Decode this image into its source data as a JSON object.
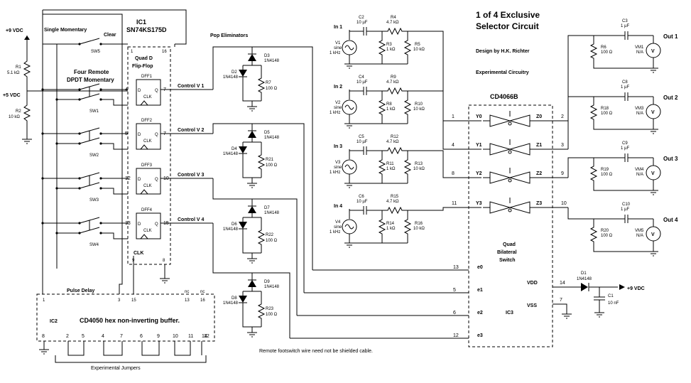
{
  "title": {
    "line1": "1 of 4 Exclusive",
    "line2": "Selector Circuit"
  },
  "design_by": "Design by H.K. Richter",
  "experimental": "Experimental Circuitry",
  "footnote": "Remote footswitch wire need not be shielded cable.",
  "power": {
    "v9_left": "+9 VDC",
    "v5_left": "+5 VDC",
    "v9_right": "+9 VDC"
  },
  "r1": {
    "name": "R1",
    "value": "5.1 kΩ"
  },
  "r2": {
    "name": "R2",
    "value": "10 kΩ"
  },
  "single_momentary": "Single Momentary",
  "clear": "Clear",
  "sw5": "SW5",
  "four_remote": {
    "line1": "Four Remote",
    "line2": "DPDT Momentary"
  },
  "switches": [
    "SW1",
    "SW2",
    "SW3",
    "SW4"
  ],
  "ic1": {
    "name": "IC1",
    "part": "SN74KS175D",
    "desc1": "Quad D",
    "desc2": "Flip-Flop",
    "ff": [
      "DFF1",
      "DFF2",
      "DFF3",
      "DFF4"
    ],
    "d": "D",
    "q": "Q",
    "clk": "CLK",
    "clk_label": "CLK",
    "pin_left_top": "1",
    "pin_right_top": "16",
    "in_pins": [
      "4",
      "5",
      "12",
      "13"
    ],
    "out_pins": [
      "7",
      "7",
      "10",
      "15"
    ],
    "pin_bottom_9": "9",
    "pin_bottom_8": "8"
  },
  "controls": [
    "Control V 1",
    "Control V 2",
    "Control V 3",
    "Control V 4"
  ],
  "pop_eliminators": "Pop Eliminators",
  "pop": [
    {
      "dtop": "D3",
      "dtop_val": "1N4148",
      "dbot": "D2",
      "dbot_val": "1N4148",
      "r": "R7",
      "r_val": "100 Ω"
    },
    {
      "dtop": "D5",
      "dtop_val": "1N4148",
      "dbot": "D4",
      "dbot_val": "1N4148",
      "r": "R21",
      "r_val": "100 Ω"
    },
    {
      "dtop": "D7",
      "dtop_val": "1N4148",
      "dbot": "D6",
      "dbot_val": "1N4148",
      "r": "R22",
      "r_val": "100 Ω"
    },
    {
      "dtop": "D9",
      "dtop_val": "1N4148",
      "dbot": "D8",
      "dbot_val": "1N4148",
      "r": "R23",
      "r_val": "100 Ω"
    }
  ],
  "inputs": [
    {
      "label": "In 1",
      "src": "V1",
      "sine": "sine",
      "freq": "1 kHz",
      "c": "C2",
      "c_val": "10 µF",
      "rs": "R4",
      "rs_val": "4.7 kΩ",
      "ra": "R3",
      "ra_val": "1 kΩ",
      "rb": "R5",
      "rb_val": "10 kΩ"
    },
    {
      "label": "In 2",
      "src": "V2",
      "sine": "sine",
      "freq": "1 kHz",
      "c": "C4",
      "c_val": "10 µF",
      "rs": "R9",
      "rs_val": "4.7 kΩ",
      "ra": "R8",
      "ra_val": "1 kΩ",
      "rb": "R10",
      "rb_val": "10 kΩ"
    },
    {
      "label": "In 3",
      "src": "V3",
      "sine": "sine",
      "freq": "1 kHz",
      "c": "C5",
      "c_val": "10 µF",
      "rs": "R12",
      "rs_val": "4.7 kΩ",
      "ra": "R11",
      "ra_val": "1 kΩ",
      "rb": "R13",
      "rb_val": "10 kΩ"
    },
    {
      "label": "In 4",
      "src": "V4",
      "sine": "sine",
      "freq": "1 kHz",
      "c": "C6",
      "c_val": "10 µF",
      "rs": "R15",
      "rs_val": "4.7 kΩ",
      "ra": "R14",
      "ra_val": "1 kΩ",
      "rb": "R16",
      "rb_val": "10 kΩ"
    }
  ],
  "ic3": {
    "part": "CD4066B",
    "name": "IC3",
    "desc1": "Quad",
    "desc2": "Bilateral",
    "desc3": "Switch",
    "y": [
      "Y0",
      "Y1",
      "Y2",
      "Y3"
    ],
    "z": [
      "Z0",
      "Z1",
      "Z2",
      "Z3"
    ],
    "y_pins": [
      "1",
      "4",
      "8",
      "11"
    ],
    "z_pins": [
      "2",
      "3",
      "9",
      "10"
    ],
    "e": [
      "e0",
      "e1",
      "e2",
      "e3"
    ],
    "e_pins": [
      "13",
      "5",
      "6",
      "12"
    ],
    "vdd": "VDD",
    "vss": "VSS",
    "vdd_pin": "14",
    "vss_pin": "7"
  },
  "outputs": [
    {
      "label": "Out 1",
      "c": "C3",
      "c_val": "1 µF",
      "r": "R6",
      "r_val": "100 Ω",
      "vm": "VM1",
      "vm_val": "N/A",
      "v": "V"
    },
    {
      "label": "Out 2",
      "c": "C8",
      "c_val": "1 µF",
      "r": "R18",
      "r_val": "100 Ω",
      "vm": "VM3",
      "vm_val": "N/A",
      "v": "V"
    },
    {
      "label": "Out 3",
      "c": "C9",
      "c_val": "1 µF",
      "r": "R19",
      "r_val": "100 Ω",
      "vm": "VM4",
      "vm_val": "N/A",
      "v": "V"
    },
    {
      "label": "Out 4",
      "c": "C10",
      "c_val": "1 µF",
      "r": "R20",
      "r_val": "100 Ω",
      "vm": "VM5",
      "vm_val": "N/A",
      "v": "V"
    }
  ],
  "d1": {
    "name": "D1",
    "value": "1N4148"
  },
  "c1": {
    "name": "C1",
    "value": "10 nF"
  },
  "ic2": {
    "name": "IC2",
    "desc": "CD4050 hex non-inverting buffer.",
    "pulse_delay": "Pulse Delay",
    "top_pins": [
      "1",
      "3",
      "15",
      "13",
      "16"
    ],
    "nc": "nc",
    "bottom_pins": [
      "8",
      "2",
      "5",
      "4",
      "7",
      "6",
      "9",
      "10",
      "11",
      "12",
      "14"
    ]
  },
  "jumpers": "Experimental Jumpers"
}
